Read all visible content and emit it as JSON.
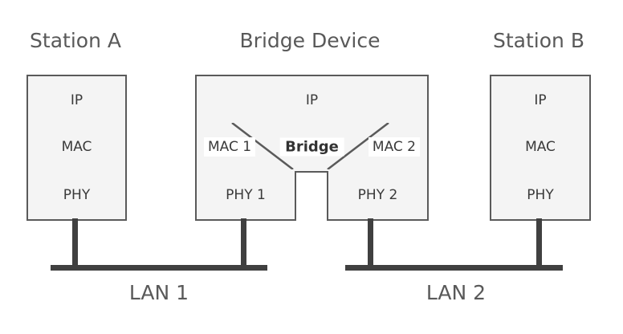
{
  "diagram": {
    "titles": {
      "station_a": "Station A",
      "bridge_device": "Bridge Device",
      "station_b": "Station B"
    },
    "station_a": {
      "layers": [
        "IP",
        "MAC",
        "PHY"
      ]
    },
    "bridge_device": {
      "ip_label": "IP",
      "mac1_label": "MAC 1",
      "bridge_label": "Bridge",
      "mac2_label": "MAC 2",
      "phy1_label": "PHY 1",
      "phy2_label": "PHY 2"
    },
    "station_b": {
      "layers": [
        "IP",
        "MAC",
        "PHY"
      ]
    },
    "lans": {
      "lan1_label": "LAN 1",
      "lan2_label": "LAN 2"
    },
    "colors": {
      "box_fill": "#f4f4f4",
      "box_border": "#5a5a5a",
      "bus_line": "#404040",
      "label_text": "#3a3a3a",
      "bridge_text": "#333333",
      "title_text": "#595959",
      "label_bbox": "#ffffff"
    }
  }
}
